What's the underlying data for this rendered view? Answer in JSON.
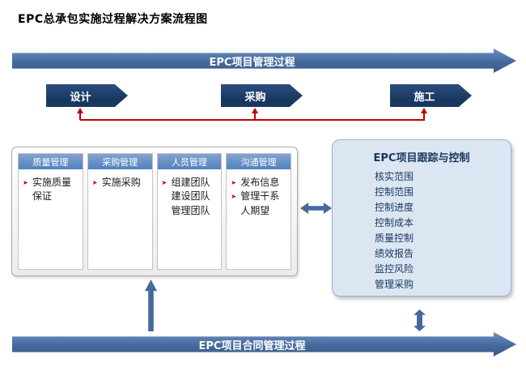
{
  "title": "EPC总承包实施过程解决方案流程图",
  "top_banner": {
    "label": "EPC项目管理过程"
  },
  "phases": [
    {
      "label": "设计"
    },
    {
      "label": "采购"
    },
    {
      "label": "施工"
    }
  ],
  "management_panel": {
    "columns": [
      {
        "header": "质量管理",
        "items": [
          {
            "text": "实施质量保证",
            "bullet": true
          }
        ]
      },
      {
        "header": "采购管理",
        "items": [
          {
            "text": "实施采购",
            "bullet": true
          }
        ]
      },
      {
        "header": "人员管理",
        "items": [
          {
            "text": "组建团队",
            "bullet": true
          },
          {
            "text": "建设团队",
            "bullet": false
          },
          {
            "text": "管理团队",
            "bullet": false
          }
        ]
      },
      {
        "header": "沟通管理",
        "items": [
          {
            "text": "发布信息",
            "bullet": true
          },
          {
            "text": "管理干系人期望",
            "bullet": true
          }
        ]
      }
    ]
  },
  "tracking_panel": {
    "title": "EPC项目跟踪与控制",
    "items": [
      "核实范围",
      "控制范围",
      "控制进度",
      "控制成本",
      "质量控制",
      "绩效报告",
      "监控风险",
      "管理采购"
    ]
  },
  "bottom_banner": {
    "label": "EPC项目合同管理过程"
  },
  "icons": {
    "bullet": "➤"
  },
  "colors": {
    "banner-blue": "#44699d",
    "phase-navy": "#17375e",
    "connector-red": "#c00000",
    "header-blue": "#4f81bd",
    "tracking-bg": "#dce6f2",
    "tracking-border": "#95b3d7",
    "tracking-text": "#17375e",
    "arrow-blue": "#44699d"
  }
}
